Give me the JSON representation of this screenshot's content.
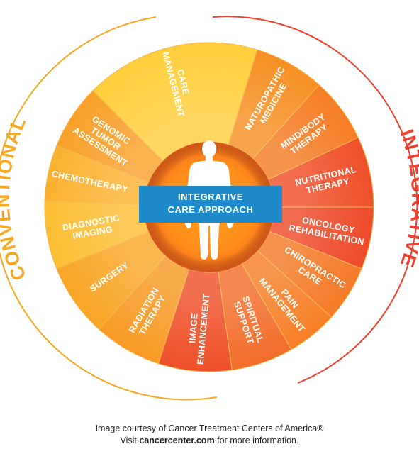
{
  "arcs": {
    "left": {
      "label": "CONVENTIONAL",
      "color": "#f7a823"
    },
    "right": {
      "label": "INTEGRATIVE",
      "color": "#ee4130"
    }
  },
  "center": {
    "banner_line1": "INTEGRATIVE",
    "banner_line2": "CARE APPROACH",
    "banner_color": "#1f8ac9"
  },
  "segments": [
    {
      "lines": [
        "CARE",
        "MANAGEMENT"
      ],
      "color": "#ffce3b"
    },
    {
      "lines": [
        "NATUROPATHIC",
        "MEDICINE"
      ],
      "color": "#f79024"
    },
    {
      "lines": [
        "MIND/BODY",
        "THERAPY"
      ],
      "color": "#f57d25"
    },
    {
      "lines": [
        "NUTRITIONAL",
        "THERAPY"
      ],
      "color": "#ef5029"
    },
    {
      "lines": [
        "ONCOLOGY",
        "REHABILITATION"
      ],
      "color": "#ee4a2a"
    },
    {
      "lines": [
        "CHIROPRACTIC",
        "CARE"
      ],
      "color": "#f47a27"
    },
    {
      "lines": [
        "PAIN",
        "MANAGEMENT"
      ],
      "color": "#f67f26"
    },
    {
      "lines": [
        "SPIRITUAL",
        "SUPPORT"
      ],
      "color": "#f26d2a"
    },
    {
      "lines": [
        "IMAGE",
        "ENHANCEMENT"
      ],
      "color": "#ee5029"
    },
    {
      "lines": [
        "RADIATION",
        "THERAPY"
      ],
      "color": "#f89a25"
    },
    {
      "lines": [
        "SURGERY"
      ],
      "color": "#f9a628"
    },
    {
      "lines": [
        "DIAGNOSTIC",
        "IMAGING"
      ],
      "color": "#fcbe33"
    },
    {
      "lines": [
        "CHEMOTHERAPY"
      ],
      "color": "#fbb130"
    },
    {
      "lines": [
        "GENOMIC",
        "TUMOR",
        "ASSESSMENT"
      ],
      "color": "#f9a02a"
    }
  ],
  "credit": {
    "line1": "Image courtesy of Cancer Treatment Centers of America®",
    "line2_prefix": "Visit ",
    "line2_link": "cancercenter.com",
    "line2_suffix": " for more information."
  }
}
